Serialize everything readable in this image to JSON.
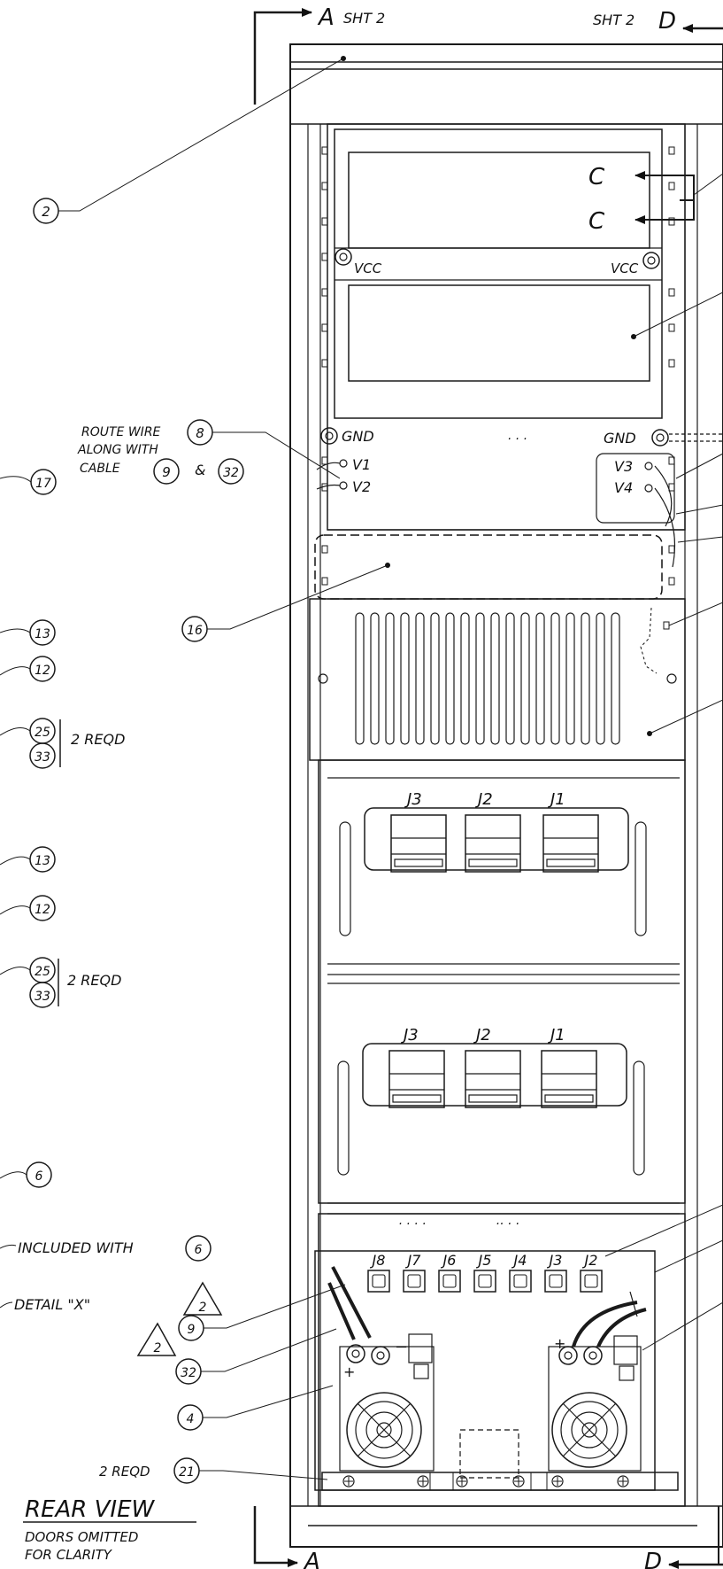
{
  "section_markers": {
    "top_left": {
      "letter": "A",
      "sheet": "SHT 2"
    },
    "top_right": {
      "letter": "D",
      "sheet": "SHT 2"
    },
    "bottom_left": {
      "letter": "A"
    },
    "bottom_right": {
      "letter": "D"
    }
  },
  "section_c": [
    "C",
    "C"
  ],
  "labels": {
    "vcc_left": "VCC",
    "vcc_right": "VCC",
    "gnd_left": "GND",
    "gnd_right": "GND",
    "v1": "V1",
    "v2": "V2",
    "v3": "V3",
    "v4": "V4",
    "route_note_l1": "ROUTE WIRE",
    "route_note_l2": "ALONG WITH",
    "route_note_l3": "CABLE",
    "route_and": "&",
    "req_2a": "2 REQD",
    "req_2b": "2 REQD",
    "req_2c": "2 REQD",
    "included_with": "INCLUDED WITH",
    "detail_x": "DETAIL \"X\"",
    "title": "REAR VIEW",
    "subtitle_l1": "DOORS OMITTED",
    "subtitle_l2": "FOR CLARITY"
  },
  "module_upper_jacks": [
    "J3",
    "J2",
    "J1"
  ],
  "module_lower_jacks": [
    "J3",
    "J2",
    "J1"
  ],
  "bottom_jacks": [
    "J8",
    "J7",
    "J6",
    "J5",
    "J4",
    "J3",
    "J2"
  ],
  "balloons": {
    "b2": "2",
    "b8": "8",
    "b9_note": "9",
    "b32_note": "32",
    "b17": "17",
    "b16": "16",
    "b13a": "13",
    "b12a": "12",
    "b25a": "25",
    "b33a": "33",
    "b13b": "13",
    "b12b": "12",
    "b25b": "25",
    "b33b": "33",
    "b6": "6",
    "b6_inc": "6",
    "b9": "9",
    "b32": "32",
    "b4": "4",
    "b21": "21",
    "rev_tri_1": "2",
    "rev_tri_2": "2"
  }
}
